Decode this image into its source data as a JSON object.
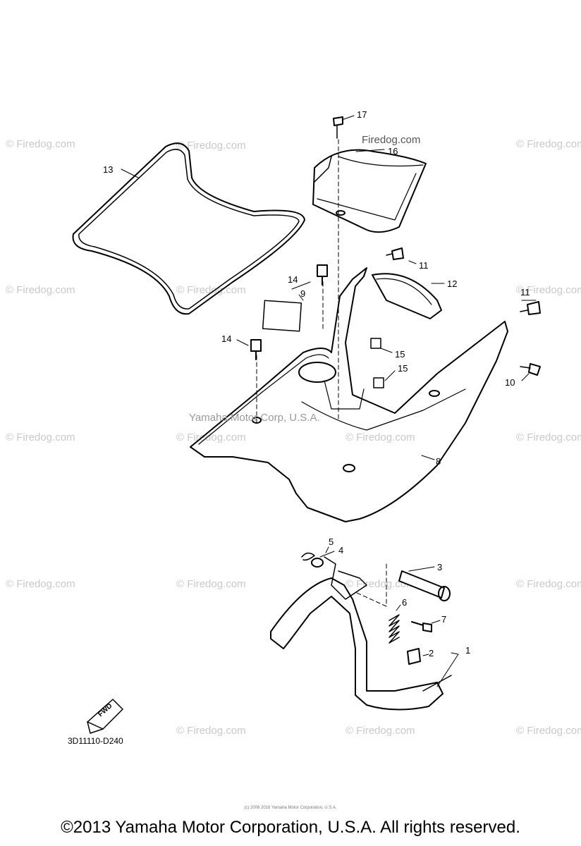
{
  "watermark": {
    "text": "© Firedog.com"
  },
  "diagram": {
    "callouts": {
      "c1": "1",
      "c2": "2",
      "c3": "3",
      "c4": "4",
      "c5": "5",
      "c6": "6",
      "c7": "7",
      "c8": "8",
      "c9": "9",
      "c10": "10",
      "c11a": "11",
      "c11b": "11",
      "c12": "12",
      "c13": "13",
      "c14a": "14",
      "c14b": "14",
      "c15a": "15",
      "c15b": "15",
      "c16": "16",
      "c17": "17"
    },
    "fwd_label": "FWD",
    "diagram_code": "3D11110-D240",
    "center_watermark": "Yamaha Motor Corp, U.S.A.",
    "inner_watermark": "Firedog.com"
  },
  "footer": {
    "copyright": "©2013 Yamaha Motor Corporation, U.S.A. All rights reserved.",
    "tiny_copyright": "(c) 2006 2016 Yamaha Motor Corporation, U.S.A."
  }
}
